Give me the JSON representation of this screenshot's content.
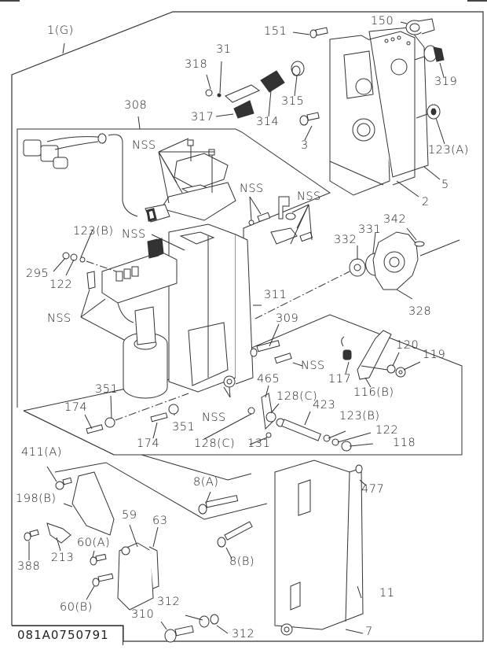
{
  "diagram": {
    "title": "Injection pump governor assembly - exploded parts view",
    "drawing_code": "081A0750791",
    "assembly_label": "1(G)",
    "sub_assembly_label": "308",
    "callouts": [
      {
        "id": "1g",
        "text": "1(G)"
      },
      {
        "id": "31",
        "text": "31"
      },
      {
        "id": "318",
        "text": "318"
      },
      {
        "id": "151",
        "text": "151"
      },
      {
        "id": "150",
        "text": "150"
      },
      {
        "id": "319",
        "text": "319"
      },
      {
        "id": "315",
        "text": "315"
      },
      {
        "id": "314",
        "text": "314"
      },
      {
        "id": "317",
        "text": "317"
      },
      {
        "id": "308",
        "text": "308"
      },
      {
        "id": "3",
        "text": "3"
      },
      {
        "id": "123a",
        "text": "123(A)"
      },
      {
        "id": "5",
        "text": "5"
      },
      {
        "id": "2",
        "text": "2"
      },
      {
        "id": "nss1",
        "text": "NSS"
      },
      {
        "id": "nss2",
        "text": "NSS"
      },
      {
        "id": "nss3",
        "text": "NSS"
      },
      {
        "id": "nss4",
        "text": "NSS"
      },
      {
        "id": "nss5",
        "text": "NSS"
      },
      {
        "id": "nss6",
        "text": "NSS"
      },
      {
        "id": "nss7",
        "text": "NSS"
      },
      {
        "id": "123b_top",
        "text": "123(B)"
      },
      {
        "id": "295",
        "text": "295"
      },
      {
        "id": "122_top",
        "text": "122"
      },
      {
        "id": "342",
        "text": "342"
      },
      {
        "id": "331",
        "text": "331"
      },
      {
        "id": "332",
        "text": "332"
      },
      {
        "id": "328",
        "text": "328"
      },
      {
        "id": "311",
        "text": "311"
      },
      {
        "id": "309",
        "text": "309"
      },
      {
        "id": "120",
        "text": "120"
      },
      {
        "id": "119",
        "text": "119"
      },
      {
        "id": "117",
        "text": "117"
      },
      {
        "id": "116b",
        "text": "116(B)"
      },
      {
        "id": "465",
        "text": "465"
      },
      {
        "id": "128c_top",
        "text": "128(C)"
      },
      {
        "id": "423",
        "text": "423"
      },
      {
        "id": "123b_bot",
        "text": "123(B)"
      },
      {
        "id": "122_bot",
        "text": "122"
      },
      {
        "id": "118",
        "text": "118"
      },
      {
        "id": "131",
        "text": "131"
      },
      {
        "id": "128c_bot",
        "text": "128(C)"
      },
      {
        "id": "351_left",
        "text": "351"
      },
      {
        "id": "174_left",
        "text": "174"
      },
      {
        "id": "351_right",
        "text": "351"
      },
      {
        "id": "174_right",
        "text": "174"
      },
      {
        "id": "411a",
        "text": "411(A)"
      },
      {
        "id": "198b",
        "text": "198(B)"
      },
      {
        "id": "8a",
        "text": "8(A)"
      },
      {
        "id": "477",
        "text": "477"
      },
      {
        "id": "59",
        "text": "59"
      },
      {
        "id": "63",
        "text": "63"
      },
      {
        "id": "388",
        "text": "388"
      },
      {
        "id": "213",
        "text": "213"
      },
      {
        "id": "60a",
        "text": "60(A)"
      },
      {
        "id": "8b",
        "text": "8(B)"
      },
      {
        "id": "11",
        "text": "11"
      },
      {
        "id": "60b",
        "text": "60(B)"
      },
      {
        "id": "312_top",
        "text": "312"
      },
      {
        "id": "310",
        "text": "310"
      },
      {
        "id": "312_bot",
        "text": "312"
      },
      {
        "id": "7",
        "text": "7"
      }
    ]
  }
}
